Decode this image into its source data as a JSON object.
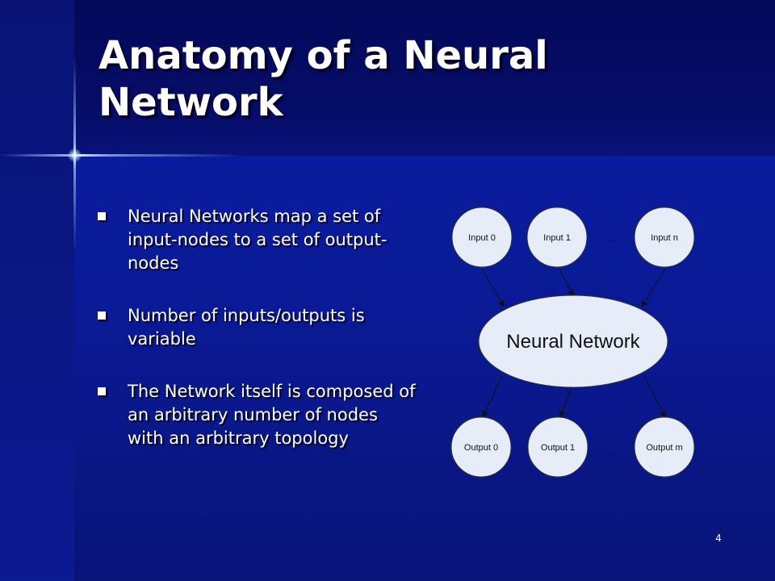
{
  "slide": {
    "title": "Anatomy of a Neural Network",
    "bullets": [
      "Neural Networks map a set of input-nodes to a set of output-nodes",
      "Number of inputs/outputs is variable",
      "The Network itself is composed of an arbitrary number of nodes with an arbitrary topology"
    ],
    "page_number": "4"
  },
  "diagram": {
    "inputs": [
      "Input 0",
      "Input 1",
      "Input n"
    ],
    "inputs_ellipsis": "…",
    "center": "Neural Network",
    "outputs": [
      "Output 0",
      "Output 1",
      "Output m"
    ],
    "outputs_ellipsis": "…"
  },
  "colors": {
    "background": "#0b1fa8",
    "header": "#04095a",
    "node_fill": "#e6ecf8",
    "text": "#ffffff"
  }
}
